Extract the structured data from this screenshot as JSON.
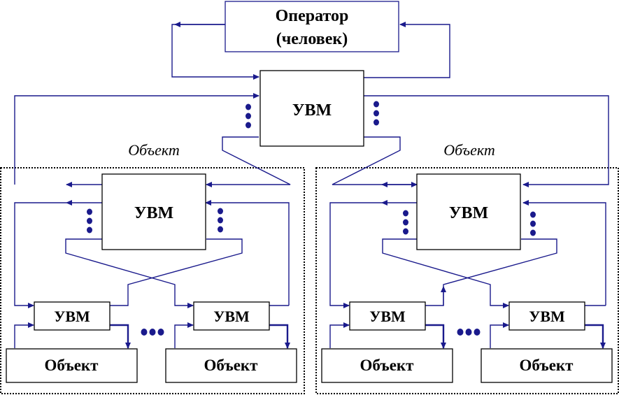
{
  "operator": {
    "line1": "Оператор",
    "line2": "(человек)"
  },
  "uvm_label": "УВМ",
  "object_label": "Объект",
  "region_label": "Объект",
  "colors": {
    "wire": "#1a1a8c",
    "box_border": "#000000",
    "region_border": "#000000"
  }
}
